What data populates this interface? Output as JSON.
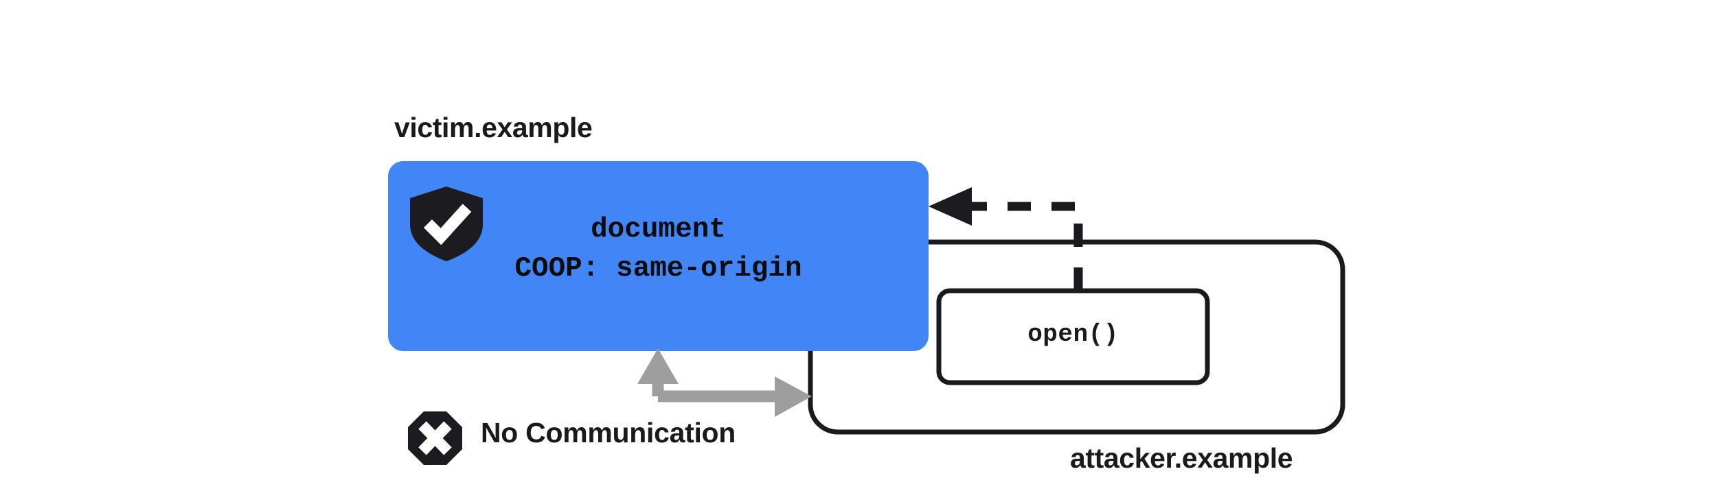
{
  "diagram": {
    "title": "COOP same-origin isolation",
    "colors": {
      "victim_fill": "#4285F4",
      "stroke": "#1a1a1e",
      "gray_arrow": "#9e9e9e",
      "background": "#ffffff",
      "icon_dark": "#1c1c20",
      "icon_light": "#ffffff"
    },
    "victim": {
      "origin_label": "victim.example",
      "doc_line_1": "document",
      "doc_line_2": "COOP: same-origin",
      "shield_icon": "shield-check-icon"
    },
    "attacker": {
      "origin_label": "attacker.example",
      "call_label": "open()"
    },
    "relations": {
      "no_communication_label": "No Communication",
      "no_communication_icon": "octagon-x-icon",
      "open_arrow_style": "dashed",
      "no_comm_arrow_style": "solid-gray-double-head"
    }
  }
}
